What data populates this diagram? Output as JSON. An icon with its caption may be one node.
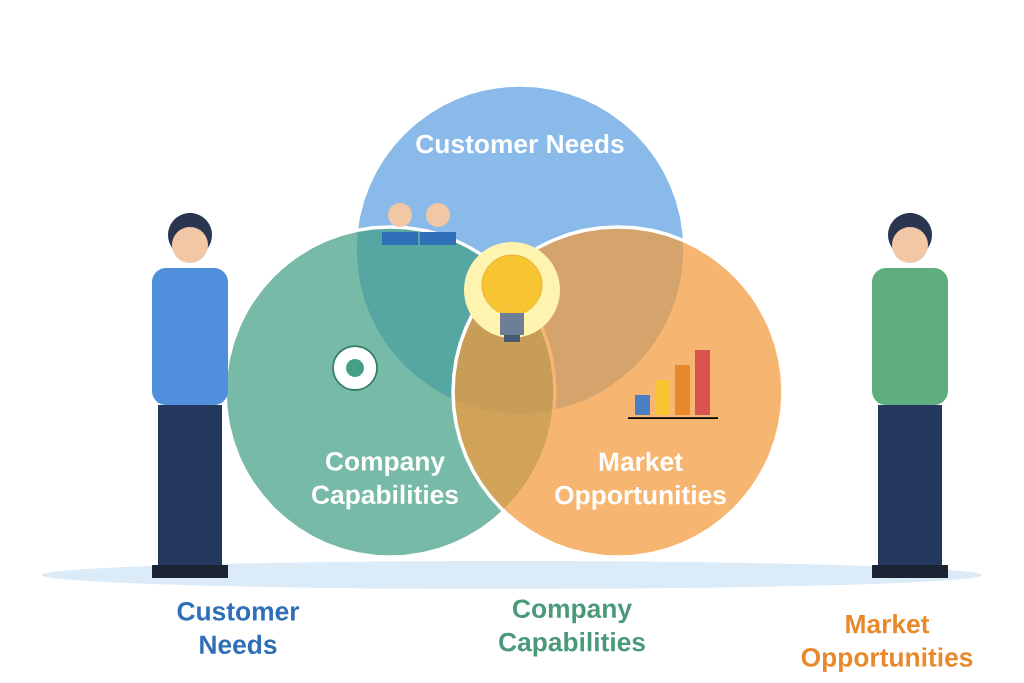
{
  "diagram": {
    "nodes": [
      {
        "text": [
          "Customer Needs"
        ]
      },
      {
        "text": [
          "Company Capabilities"
        ]
      },
      {
        "text": [
          "Market Opportunities"
        ]
      }
    ],
    "labels": [
      "Customer Needs",
      "Company Capabilities",
      "Market Opportunities"
    ]
  }
}
